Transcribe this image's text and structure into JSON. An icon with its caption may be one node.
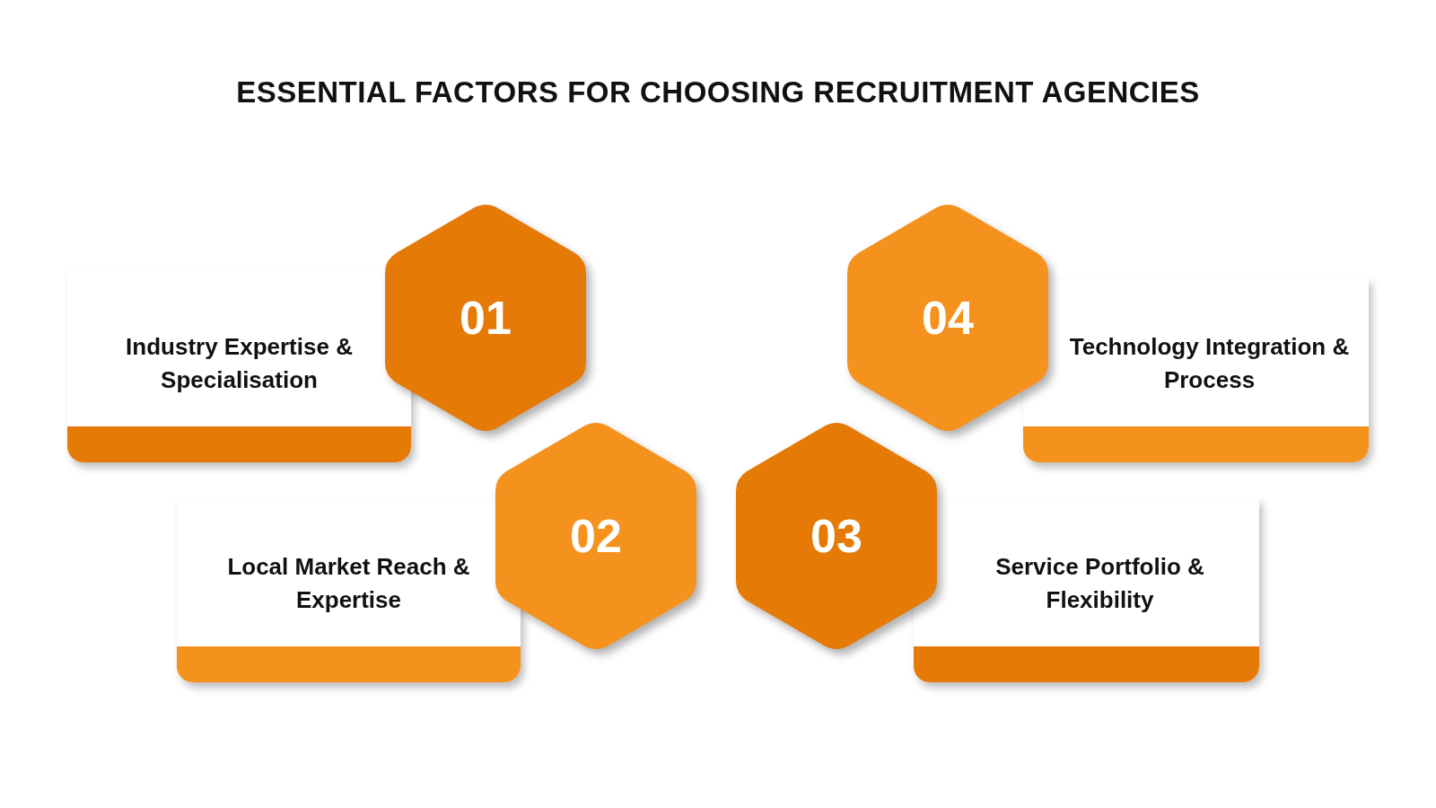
{
  "diagram": {
    "title": "ESSENTIAL FACTORS FOR CHOOSING RECRUITMENT AGENCIES",
    "nodes": [
      {
        "text": [
          "Industry Expertise & Specialisation"
        ]
      },
      {
        "text": [
          "01"
        ]
      },
      {
        "text": [
          "04"
        ]
      },
      {
        "text": [
          "Technology Integration & Process"
        ]
      },
      {
        "text": [
          "Local Market Reach & Expertise"
        ]
      },
      {
        "text": [
          "02"
        ]
      },
      {
        "text": [
          "03"
        ]
      },
      {
        "text": [
          "Service Portfolio & Flexibility"
        ]
      }
    ],
    "edges": []
  }
}
